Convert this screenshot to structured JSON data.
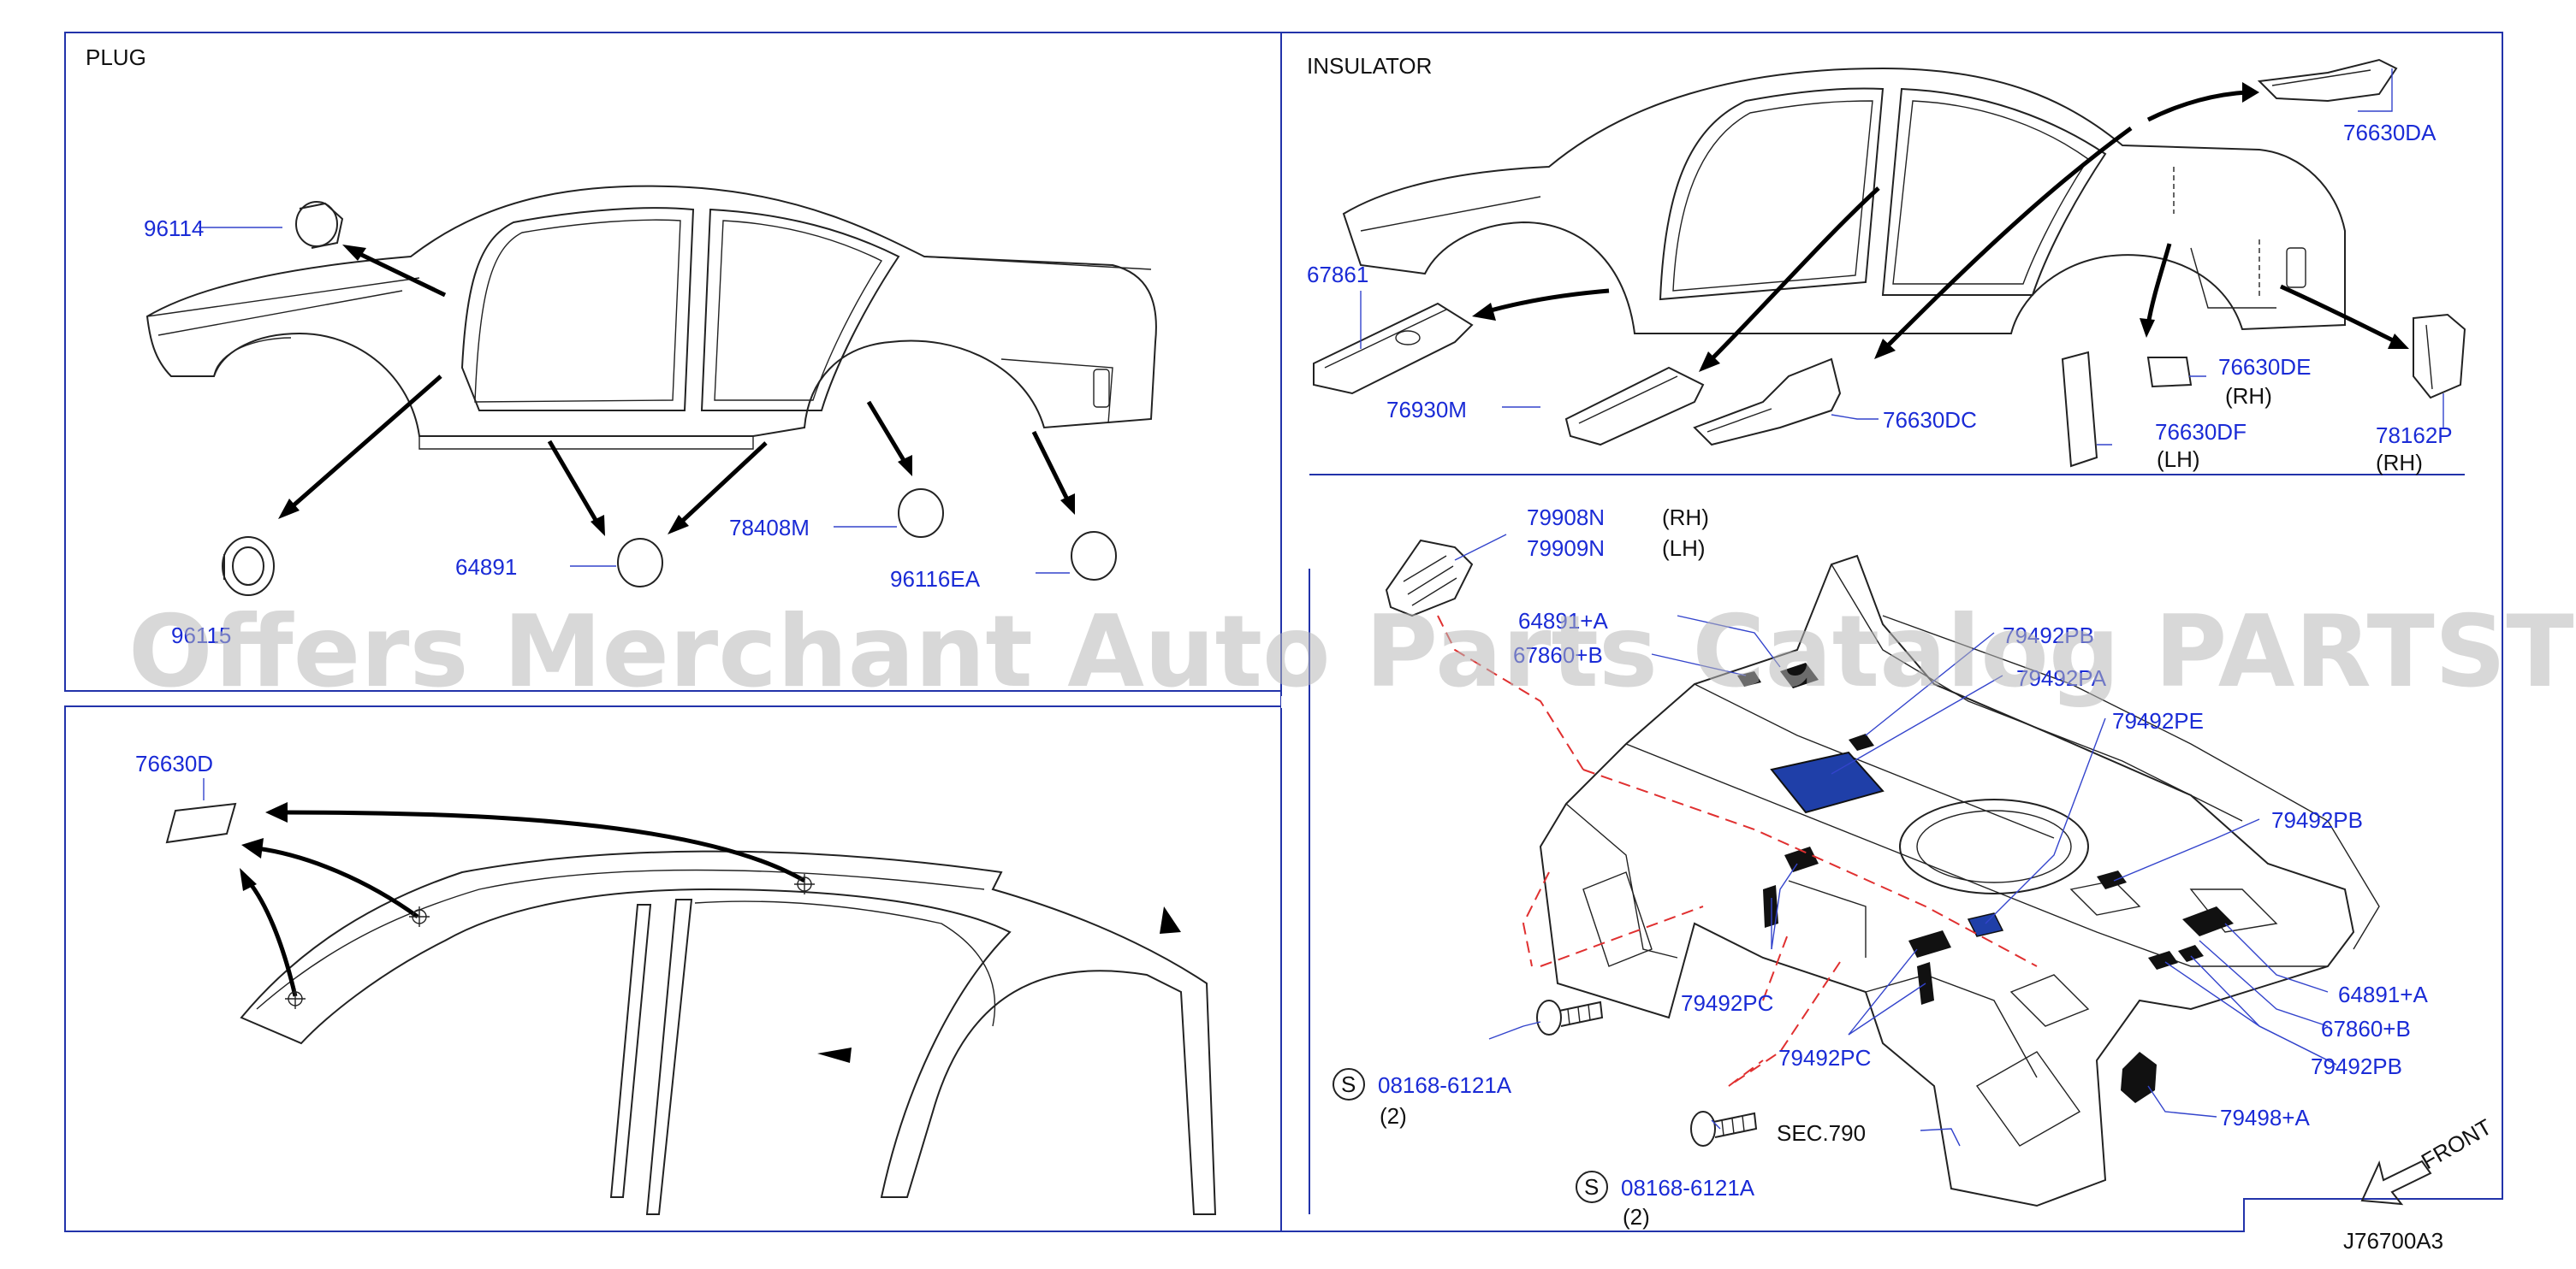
{
  "sections": {
    "plug": "PLUG",
    "insulator": "INSULATOR"
  },
  "labels": {
    "p96114": "96114",
    "p96115": "96115",
    "p64891_plug": "64891",
    "p78408M": "78408M",
    "p96116EA": "96116EA",
    "p76630D": "76630D",
    "p67861": "67861",
    "p76930M": "76930M",
    "p76630DC": "76630DC",
    "p76630DA": "76630DA",
    "p76630DE": "76630DE",
    "p76630DE_side": "(RH)",
    "p76630DF": "76630DF",
    "p76630DF_side": "(LH)",
    "p78162P": "78162P",
    "p78162P_side": "(RH)",
    "p79908N": "79908N",
    "p79908N_side": "(RH)",
    "p79909N": "79909N",
    "p79909N_side": "(LH)",
    "p64891A_top": "64891+A",
    "p67860B_top": "67860+B",
    "p79492PB_top": "79492PB",
    "p79492PA": "79492PA",
    "p79492PE": "79492PE",
    "p79492PB_right": "79492PB",
    "p79492PC_left": "79492PC",
    "p79492PC_mid": "79492PC",
    "p64891A_right": "64891+A",
    "p67860B_right": "67860+B",
    "p79492PB_low": "79492PB",
    "p79498A": "79498+A",
    "sec790": "SEC.790",
    "bolt1": "08168-6121A",
    "bolt1_qty": "(2)",
    "bolt2": "08168-6121A",
    "bolt2_qty": "(2)",
    "s_mark": "S",
    "front": "FRONT",
    "diagram_code": "J76700A3"
  },
  "watermark": "Offers Merchant Auto Parts Catalog PARTSTORE.SA",
  "colors": {
    "part_label": "#1a2bd6",
    "frame": "#2233aa",
    "hidden_line": "#e03030",
    "insulator_fill": "#1f3fa8"
  }
}
